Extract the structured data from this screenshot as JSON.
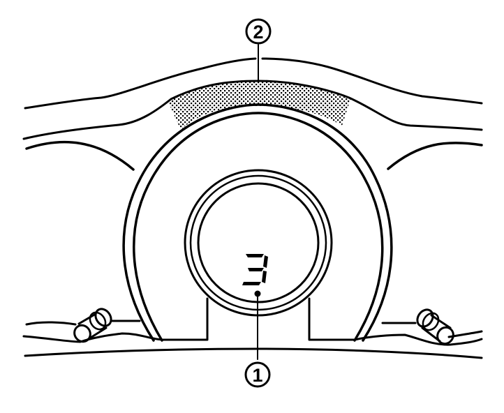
{
  "diagram": {
    "type": "instrument-cluster-illustration",
    "background": "#ffffff",
    "line_color": "#000000",
    "gear_display": {
      "value": "3",
      "style": "seven-segment"
    },
    "callouts": [
      {
        "id": 1,
        "label": "1",
        "target": "gear-position-indicator"
      },
      {
        "id": 2,
        "label": "2",
        "target": "shaded-band-above-meter"
      }
    ],
    "shaded_region": {
      "pattern": "dot-stipple",
      "location": "upper arc band above central meter"
    },
    "side_knobs": [
      "left-knob",
      "right-knob"
    ]
  }
}
